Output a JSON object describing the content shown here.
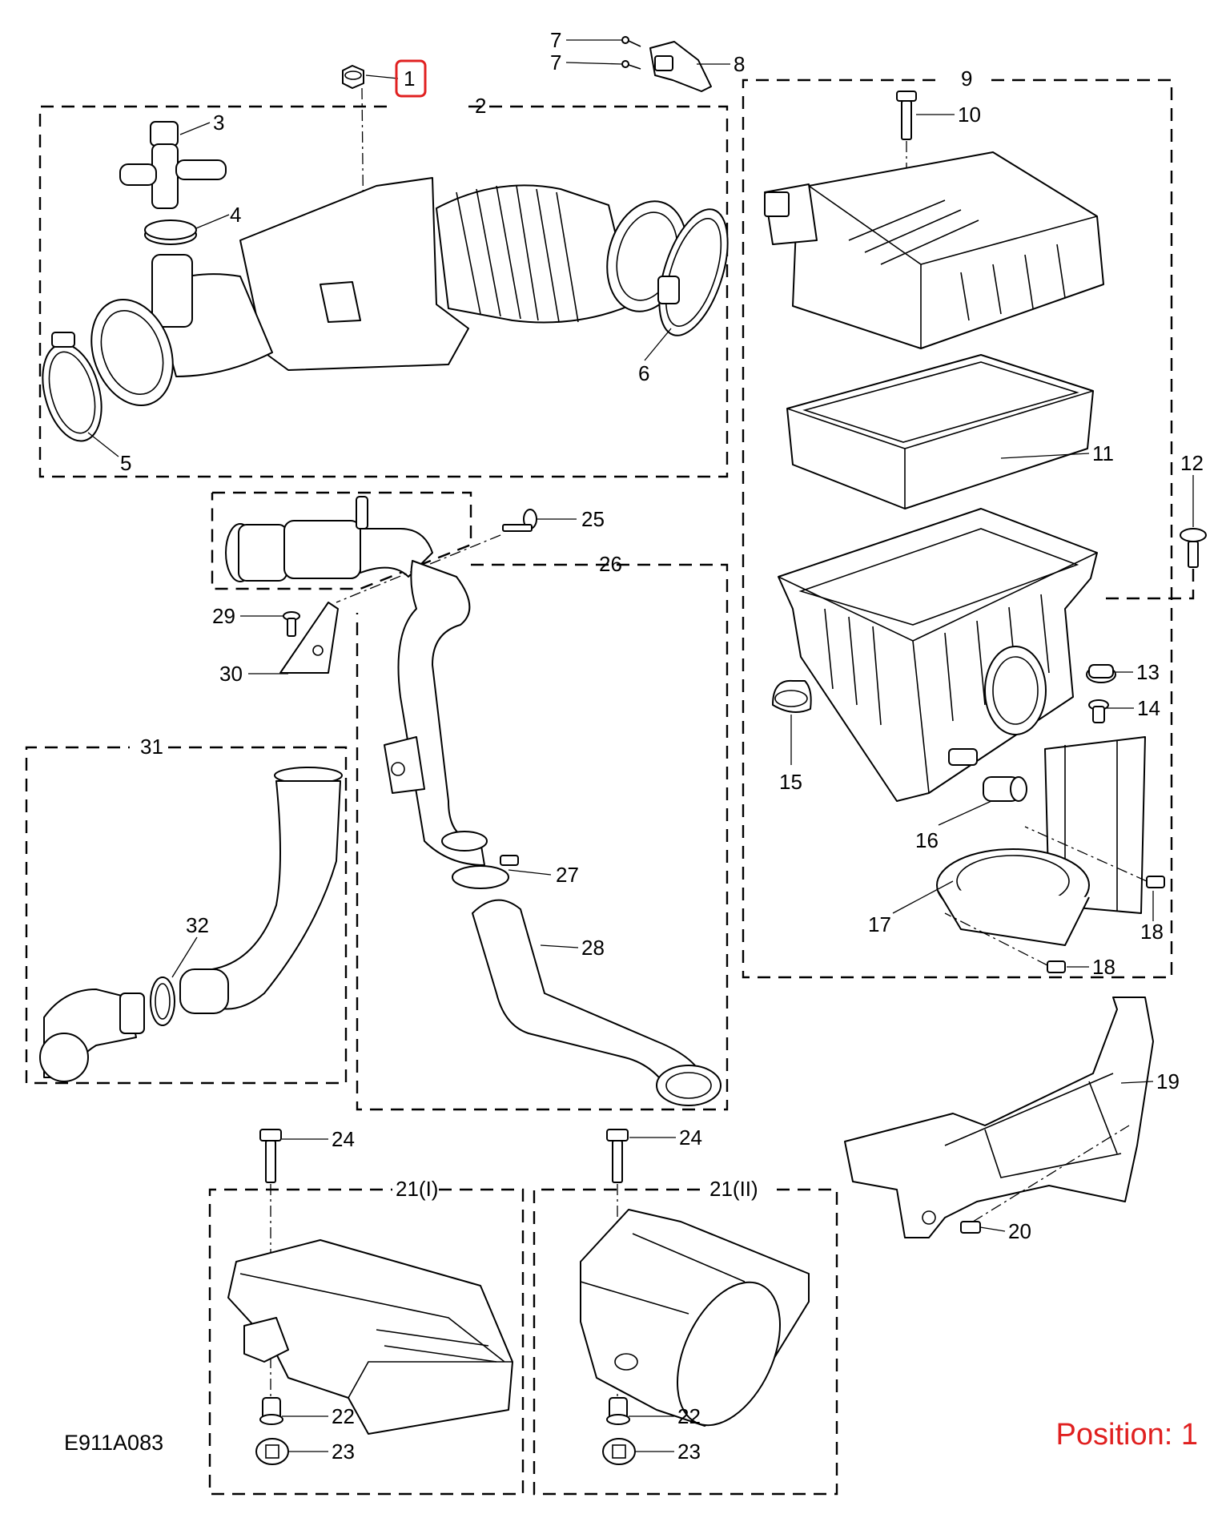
{
  "diagram": {
    "code": "E911A083",
    "position_text": "Position: 1",
    "highlight_color": "#e02020",
    "callouts": {
      "c1": "1",
      "c2": "2",
      "c3": "3",
      "c4": "4",
      "c5": "5",
      "c6": "6",
      "c7a": "7",
      "c7b": "7",
      "c8": "8",
      "c9": "9",
      "c10": "10",
      "c11": "11",
      "c12": "12",
      "c13": "13",
      "c14": "14",
      "c15": "15",
      "c16": "16",
      "c17": "17",
      "c18a": "18",
      "c18b": "18",
      "c19": "19",
      "c20": "20",
      "c21a": "21(I)",
      "c21b": "21(II)",
      "c22a": "22",
      "c22b": "22",
      "c23a": "23",
      "c23b": "23",
      "c24a": "24",
      "c24b": "24",
      "c25": "25",
      "c26": "26",
      "c27": "27",
      "c28": "28",
      "c29": "29",
      "c30": "30",
      "c31": "31",
      "c32": "32"
    }
  }
}
